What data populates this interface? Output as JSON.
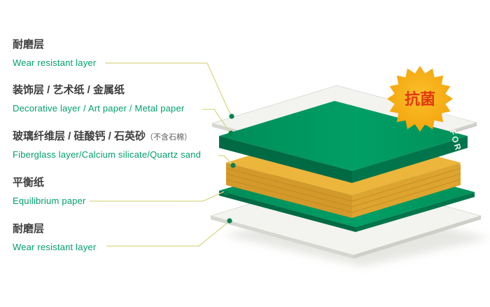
{
  "page": {
    "background": "#ffffff"
  },
  "labels": [
    {
      "zh": "耐磨层",
      "en": "Wear resistant layer"
    },
    {
      "zh": "装饰层 / 艺术纸 / 金属纸",
      "en": "Decorative layer / Art paper / Metal paper"
    },
    {
      "zh": "玻璃纤维层 / 硅酸钙 / 石英砂",
      "note": "（不含石棉）",
      "en": "Fiberglass layer/Calcium silicate/Quartz sand"
    },
    {
      "zh": "平衡纸",
      "en": "Equilibrium paper"
    },
    {
      "zh": "耐磨层",
      "en": "Wear resistant layer"
    }
  ],
  "badge": {
    "text": "抗菌",
    "fill": "#f7a81b",
    "text_color": "#e23a10"
  },
  "brand": {
    "text": "FORCA"
  },
  "colors": {
    "label_zh": "#3f3f3f",
    "label_en": "#00a06b",
    "connector_line": "#d8d78a",
    "connector_dot": "#00824f",
    "green_top": "#009a63",
    "green_side_left": "#006a45",
    "green_side_right": "#00754c",
    "yellow_top": "#ecb53b",
    "yellow_side_left": "#d3992a",
    "yellow_side_right": "#dda42f",
    "yellow_stripe": "#bd8a22",
    "sheet_top": "#f3f3f0",
    "sheet_side": "#d7d7d2"
  }
}
